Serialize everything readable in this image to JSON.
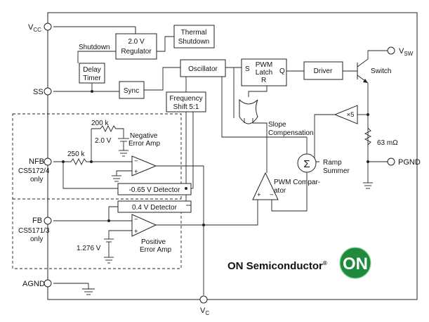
{
  "pins": {
    "vcc": "V",
    "vcc_sub": "CC",
    "vsw": "V",
    "vsw_sub": "SW",
    "ss": "SS",
    "nfb": "NFB",
    "nfb_note_1": "CS5172/4",
    "nfb_note_2": "only",
    "fb": "FB",
    "fb_note_1": "CS5171/3",
    "fb_note_2": "only",
    "agnd": "AGND",
    "pgnd": "PGND",
    "vc": "V",
    "vc_sub": "C"
  },
  "blocks": {
    "regulator_1": "2.0 V",
    "regulator_2": "Regulator",
    "thermal_1": "Thermal",
    "thermal_2": "Shutdown",
    "shutdown_label": "Shutdown",
    "delay_1": "Delay",
    "delay_2": "Timer",
    "sync": "Sync",
    "oscillator": "Oscillator",
    "freq_shift_1": "Frequency",
    "freq_shift_2": "Shift 5:1",
    "pwm_latch_1": "PWM",
    "pwm_latch_2": "Latch",
    "latch_s": "S",
    "latch_q": "Q",
    "latch_r": "R",
    "driver": "Driver",
    "switch": "Switch",
    "x5_amp": "×5",
    "slope_comp_1": "Slope",
    "slope_comp_2": "Compensation",
    "resistor_63": "63 mΩ",
    "ramp_summer_1": "Ramp",
    "ramp_summer_2": "Summer",
    "sigma": "Σ",
    "pwm_comp_1": "PWM Compar-",
    "pwm_comp_2": "ator",
    "neg_amp_1": "Negative",
    "neg_amp_2": "Error Amp",
    "res_200k": "200 k",
    "ref_2v": "2.0 V",
    "res_250k": "250 k",
    "det_065": "-0.65 V Detector",
    "det_04": "0.4 V Detector",
    "pos_amp_1": "Positive",
    "pos_amp_2": "Error Amp",
    "ref_1276": "1.276 V"
  },
  "brand": {
    "name": "ON Semiconductor",
    "mark": "®",
    "logo_text": "ON",
    "logo_color": "#1f8a3c"
  }
}
